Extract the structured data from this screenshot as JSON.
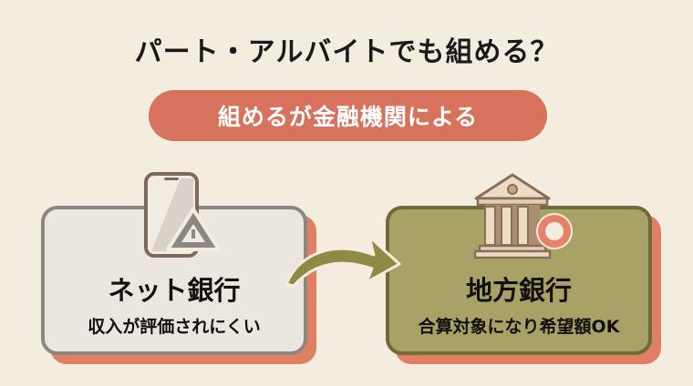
{
  "title": "パート・アルバイトでも組める？",
  "subtitle_pill": "組めるが金融機関による",
  "left_card": {
    "title": "ネット銀行",
    "description": "収入が評価されにくい",
    "icon": "smartphone-warning-triangle-icon"
  },
  "right_card": {
    "title": "地方銀行",
    "description": "合算対象になり希望額OK",
    "icon": "bank-building-circle-ok-icon"
  },
  "arrow_icon": "curved-arrow-right-icon",
  "colors": {
    "background": "#f3ede0",
    "accent": "#d7735d",
    "left_card": "#ece7de",
    "right_card": "#a9a267",
    "arrow": "#8f8b45"
  }
}
